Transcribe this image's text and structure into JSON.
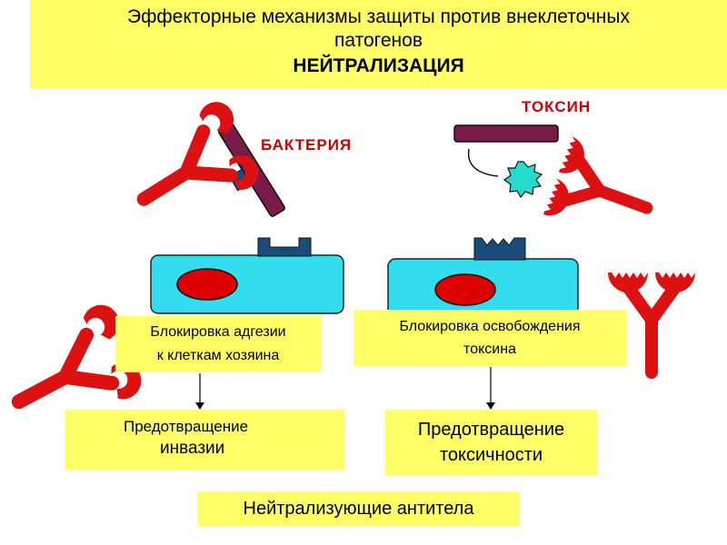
{
  "title": {
    "line1": "Эффекторные механизмы защиты против внеклеточных",
    "line2": "патогенов",
    "line3": "НЕЙТРАЛИЗАЦИЯ"
  },
  "labels": {
    "bacteria": "БАКТЕРИЯ",
    "toxin": "ТОКСИН"
  },
  "boxes": {
    "adhesion_line1": "Блокировка адгезии",
    "adhesion_line2": "к клеткам хозяина",
    "release_line1": "Блокировка освобождения",
    "release_line2": "токсина",
    "invasion_line1": "Предотвращение",
    "invasion_line2": "инвазии",
    "toxicity_line1": "Предотвращение",
    "toxicity_line2": "токсичности",
    "antibodies": "Нейтрализующие антитела"
  },
  "colors": {
    "title_bg": "#ffff66",
    "antibody": "#dd1111",
    "cell": "#33ddee",
    "nucleus": "#dd0000",
    "receptor": "#1a4c7a",
    "pathogen": "#7a1a4a",
    "toxin_particle": "#22ddcc"
  }
}
